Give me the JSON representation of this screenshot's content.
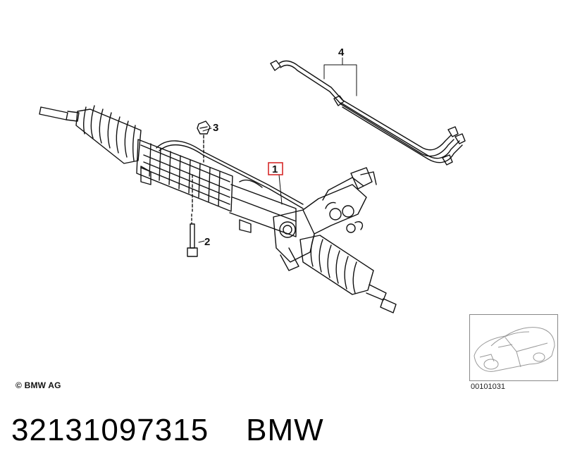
{
  "callouts": {
    "c1": "1",
    "c2": "2",
    "c3": "3",
    "c4": "4"
  },
  "copyright": "© BMW AG",
  "diagram_ref": "00101031",
  "part_number": "32131097315",
  "brand": "BMW",
  "highlight_color": "#d62a2a"
}
